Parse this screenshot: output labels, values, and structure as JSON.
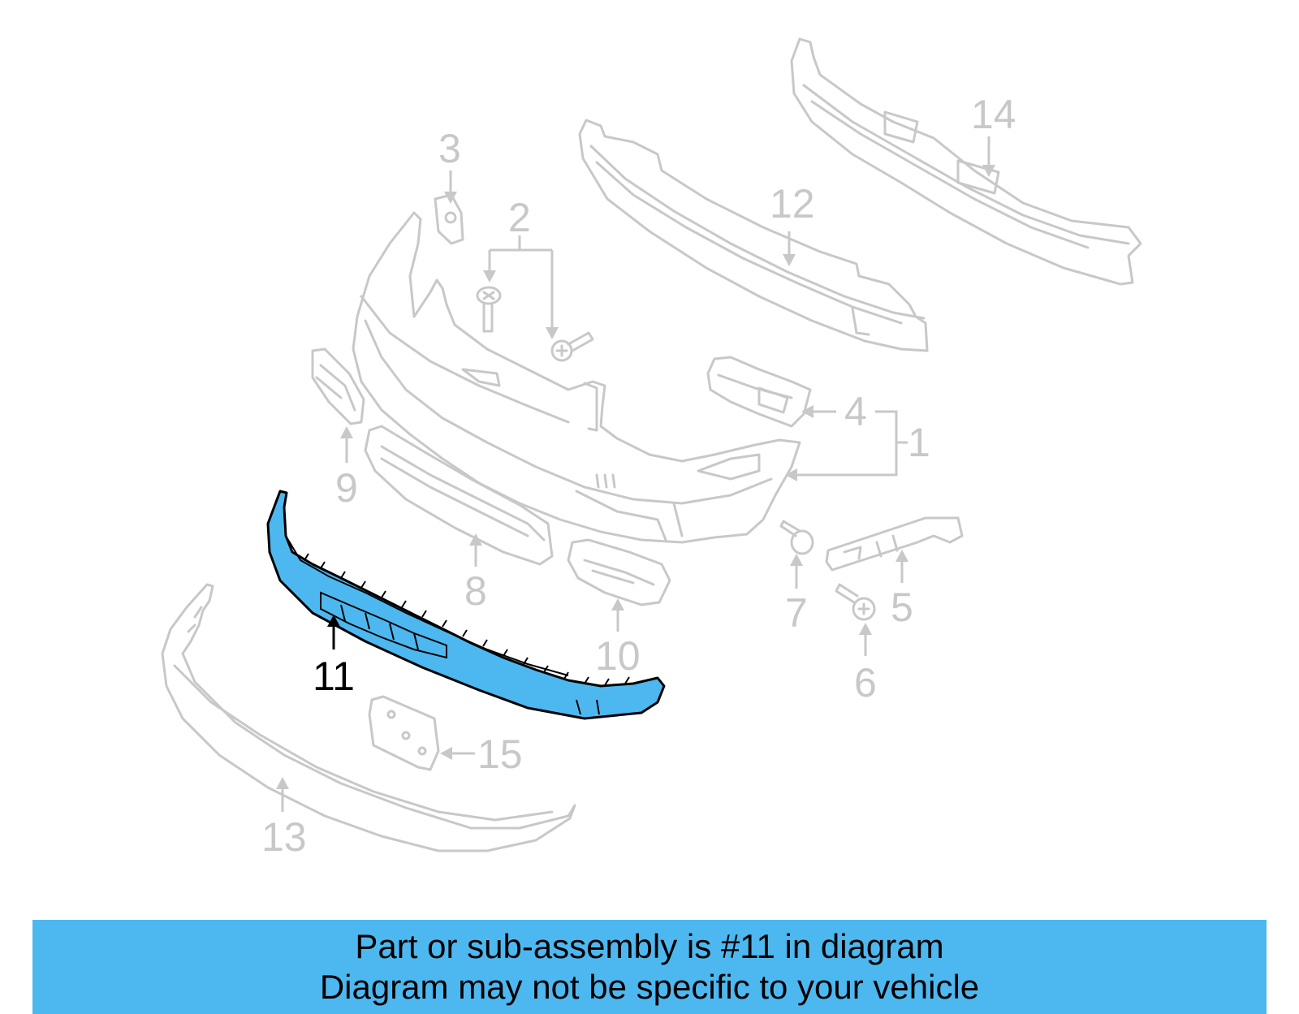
{
  "diagram": {
    "callouts": [
      {
        "id": "1",
        "label": "1"
      },
      {
        "id": "2",
        "label": "2"
      },
      {
        "id": "3",
        "label": "3"
      },
      {
        "id": "4",
        "label": "4"
      },
      {
        "id": "5",
        "label": "5"
      },
      {
        "id": "6",
        "label": "6"
      },
      {
        "id": "7",
        "label": "7"
      },
      {
        "id": "8",
        "label": "8"
      },
      {
        "id": "9",
        "label": "9"
      },
      {
        "id": "10",
        "label": "10"
      },
      {
        "id": "11",
        "label": "11"
      },
      {
        "id": "12",
        "label": "12"
      },
      {
        "id": "13",
        "label": "13"
      },
      {
        "id": "14",
        "label": "14"
      },
      {
        "id": "15",
        "label": "15"
      }
    ],
    "highlighted_part": "11",
    "highlight_color": "#4db8f0",
    "inactive_color": "#c8c8c8"
  },
  "banner": {
    "line1": "Part or sub-assembly is #11 in diagram",
    "line2": "Diagram may not be specific to your vehicle",
    "background": "#4db8f0"
  }
}
